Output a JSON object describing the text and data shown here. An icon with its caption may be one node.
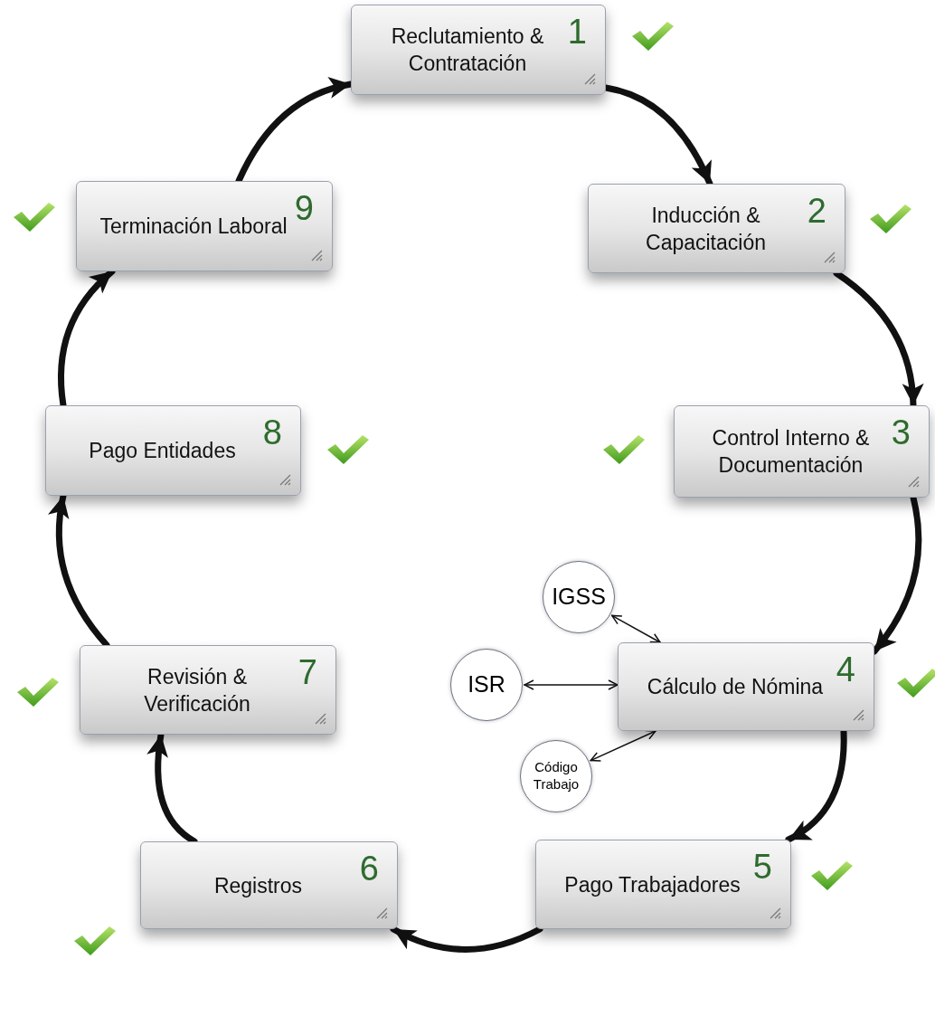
{
  "diagram": {
    "nodes": [
      {
        "text": [
          "Reclutamiento & Contratación",
          "1"
        ]
      },
      {
        "text": [
          "Inducción & Capacitación",
          "2"
        ]
      },
      {
        "text": [
          "Control Interno & Documentación",
          "3"
        ]
      },
      {
        "text": [
          "Cálculo de Nómina",
          "4"
        ]
      },
      {
        "text": [
          "Pago Trabajadores",
          "5"
        ]
      },
      {
        "text": [
          "Registros",
          "6"
        ]
      },
      {
        "text": [
          "Revisión & Verificación",
          "7"
        ]
      },
      {
        "text": [
          "Pago Entidades",
          "8"
        ]
      },
      {
        "text": [
          "Terminación Laboral",
          "9"
        ]
      },
      {
        "text": [
          "IGSS"
        ]
      },
      {
        "text": [
          "ISR"
        ]
      },
      {
        "text": [
          "Código Trabajo"
        ]
      }
    ],
    "edges": [
      {
        "from": 0,
        "to": 1,
        "arrow": "to"
      },
      {
        "from": 1,
        "to": 2,
        "arrow": "to"
      },
      {
        "from": 2,
        "to": 3,
        "arrow": "to"
      },
      {
        "from": 3,
        "to": 4,
        "arrow": "to"
      },
      {
        "from": 4,
        "to": 5,
        "arrow": "to"
      },
      {
        "from": 5,
        "to": 6,
        "arrow": "to"
      },
      {
        "from": 6,
        "to": 7,
        "arrow": "to"
      },
      {
        "from": 7,
        "to": 8,
        "arrow": "to"
      },
      {
        "from": 8,
        "to": 0,
        "arrow": "to"
      },
      {
        "from": 9,
        "to": 3,
        "arrow": "both"
      },
      {
        "from": 10,
        "to": 3,
        "arrow": "both"
      },
      {
        "from": 11,
        "to": 3,
        "arrow": "both"
      }
    ]
  }
}
